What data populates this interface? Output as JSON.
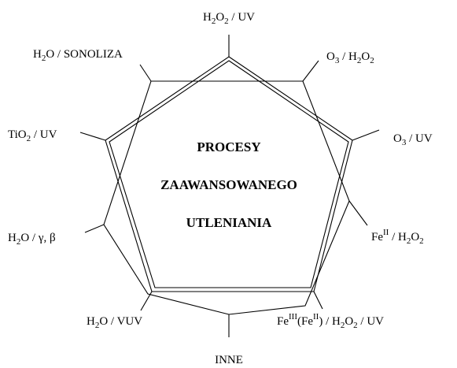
{
  "center": {
    "line1": "PROCESY",
    "line2": "ZAAWANSOWANEGO",
    "line3": "UTLENIANIA"
  },
  "labels": {
    "h2o2_uv": {
      "a": "H",
      "a_sub": "2",
      "b": "O",
      "b_sub": "2",
      "c": " / UV"
    },
    "o3_h2o2": {
      "a": "O",
      "a_sub": "3",
      "b": " / H",
      "b_sub": "2",
      "c": "O",
      "c_sub": "2"
    },
    "o3_uv": {
      "a": "O",
      "a_sub": "3",
      "b": " / UV"
    },
    "fe2_h2o2": {
      "a": "Fe",
      "a_sup": "II",
      "b": " / H",
      "b_sub": "2",
      "c": "O",
      "c_sub": "2"
    },
    "fe3_fe2_h2o2_uv": {
      "a": "Fe",
      "a_sup": "III",
      "b": "(Fe",
      "b_sup": "II",
      "c": ") / H",
      "c_sub": "2",
      "d": "O",
      "d_sub": "2",
      "e": " / UV"
    },
    "inne": {
      "a": "INNE"
    },
    "h2o_vuv": {
      "a": "H",
      "a_sub": "2",
      "b": "O / VUV"
    },
    "h2o_gamma_beta": {
      "a": "H",
      "a_sub": "2",
      "b": "O / γ, β"
    },
    "tio2_uv": {
      "a": "TiO",
      "a_sub": "2",
      "b": " / UV"
    },
    "h2o_sonoliza": {
      "a": "H",
      "a_sub": "2",
      "b": "O / SONOLIZA"
    }
  }
}
